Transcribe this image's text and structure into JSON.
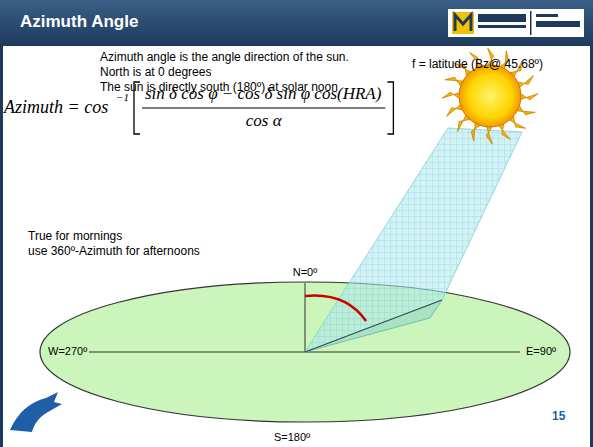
{
  "diagram": {
    "title": "Azimuth Angle",
    "labels": [
      "Azimuth angle is the angle direction of the sun.",
      "North is at 0 degrees",
      "The sun is directly south (180º) at solar noon",
      "f = latitude (Bz@ 45.68º)",
      "Azimuth = cos",
      "−1",
      "sin δ cos φ − cos δ sin φ cos(HRA)",
      "cos α",
      "True for mornings",
      "use 360º-Azimuth for afternoons",
      "N=0º",
      "W=270º",
      "E=90º",
      "S=180º",
      "15"
    ]
  }
}
